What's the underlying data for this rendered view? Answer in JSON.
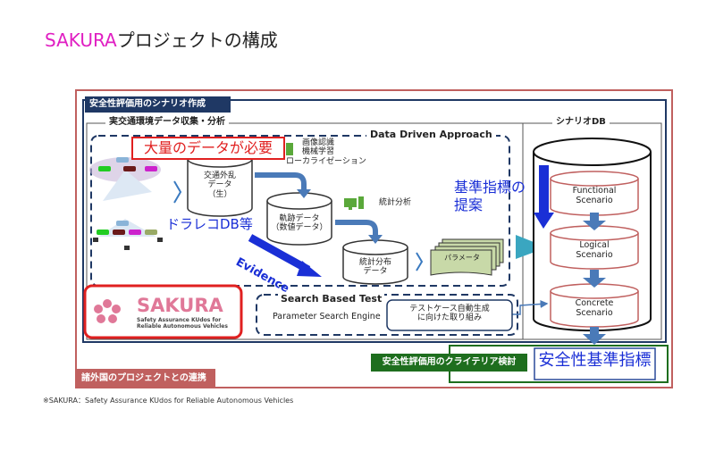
{
  "title": {
    "brand": "SAKURA",
    "rest": "プロジェクトの構成"
  },
  "colors": {
    "brand": "#e01fc2",
    "navy": "#1f3864",
    "outer": "#c0605f",
    "green": "#1e6e1e",
    "blue": "#1a2fd6",
    "red": "#e02020",
    "teal": "#3aa6c0"
  },
  "sections": {
    "scenario_creation": "安全性評価用のシナリオ作成",
    "data_collection": "実交通環境データ収集・分析",
    "data_driven": "Data Driven Approach",
    "scenario_db": "シナリオDB",
    "international": "諸外国のプロジェクトとの連携",
    "criteria": "安全性評価用のクライテリア検討"
  },
  "callouts": {
    "need_data": "大量のデータが必要",
    "dashcam_db": "ドラレコDB等",
    "evidence": "Evidence",
    "proposal_line1": "基準指標の",
    "proposal_line2": "提案",
    "safety_index": "安全性基準指標"
  },
  "nodes": {
    "raw_data": [
      "交通外乱",
      "データ",
      "（生）"
    ],
    "image_ml": [
      "画像認識",
      "機械学習",
      "ローカライゼーション"
    ],
    "trajectory": [
      "軌跡データ",
      "（数値データ）"
    ],
    "stat_analysis": "統計分析",
    "stat_dist": [
      "統計分布",
      "データ"
    ],
    "parameter": "パラメータ",
    "functional": [
      "Functional",
      "Scenario"
    ],
    "logical": [
      "Logical",
      "Scenario"
    ],
    "concrete": [
      "Concrete",
      "Scenario"
    ]
  },
  "search_test": {
    "title": "Search Based Test",
    "engine": "Parameter Search Engine",
    "auto_gen": [
      "テストケース自動生成",
      "に向けた取り組み"
    ]
  },
  "logo": {
    "name": "SAKURA",
    "tagline": [
      "Safety Assurance KUdos for",
      "Reliable Autonomous Vehicles"
    ]
  },
  "footnote": "※SAKURA：Safety Assurance KUdos for Reliable Autonomous Vehicles",
  "icons": [
    "car-icon",
    "camera-icon",
    "computer-icon",
    "arrow-icon",
    "cylinder-icon",
    "sakura-flower-icon"
  ]
}
